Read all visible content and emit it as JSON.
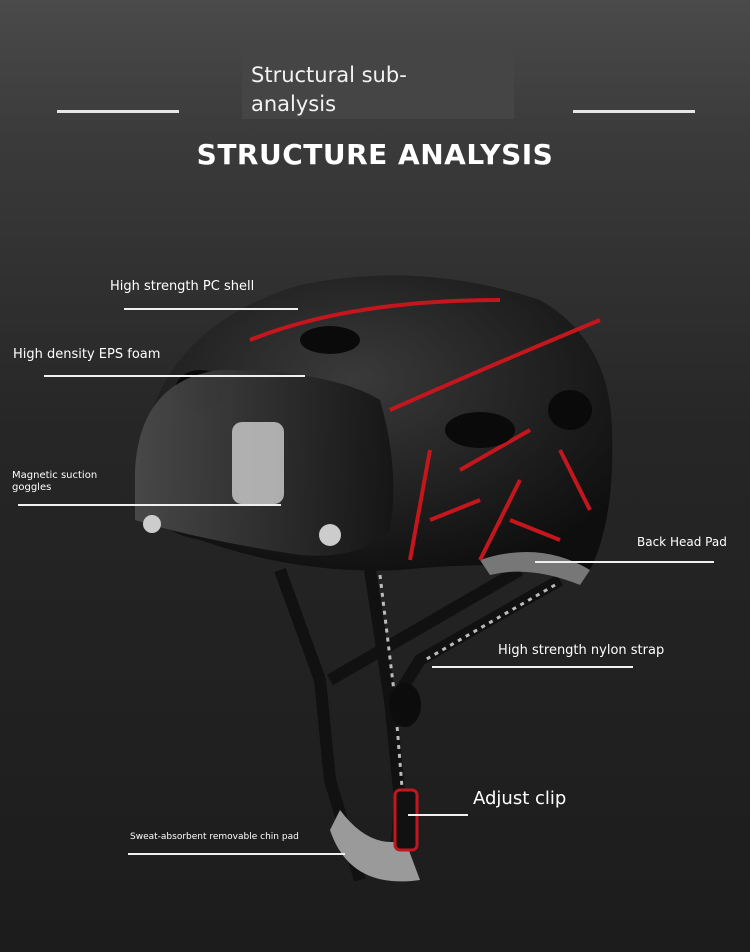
{
  "header": {
    "subtitle": "Structural sub-\nanalysis",
    "subtitle_line1": "Structural sub-",
    "subtitle_line2": "analysis",
    "title": "STRUCTURE ANALYSIS"
  },
  "callouts": {
    "shell": "High strength PC shell",
    "foam": "High density EPS foam",
    "goggles_1": "Magnetic suction",
    "goggles_2": "goggles",
    "back_pad": "Back Head Pad",
    "strap": "High strength nylon strap",
    "clip": "Adjust clip",
    "chin_pad": "Sweat-absorbent removable chin pad"
  },
  "colors": {
    "accent": "#c4161c",
    "helmet": "#1a1a1a"
  }
}
